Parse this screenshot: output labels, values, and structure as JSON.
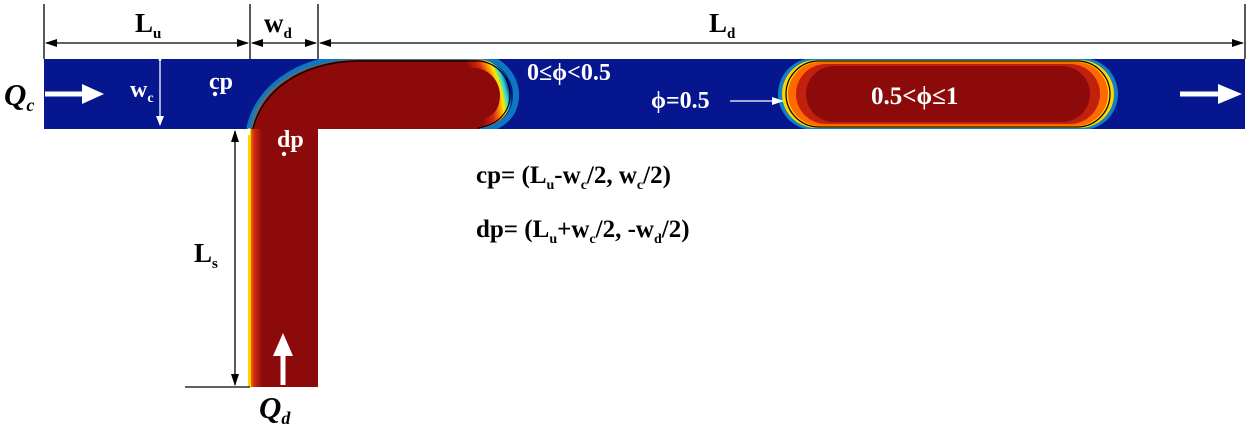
{
  "dimensions": {
    "upstream": {
      "base": "L",
      "sub": "u"
    },
    "dispersed": {
      "base": "w",
      "sub": "d"
    },
    "downstream": {
      "base": "L",
      "sub": "d"
    },
    "continuous_width": {
      "base": "w",
      "sub": "c"
    },
    "side_length": {
      "base": "L",
      "sub": "s"
    }
  },
  "flows": {
    "continuous": {
      "base": "Q",
      "sub": "c"
    },
    "dispersed": {
      "base": "Q",
      "sub": "d"
    }
  },
  "points": {
    "cp": "cp",
    "dp": "dp"
  },
  "phase_labels": {
    "low": "0≤ϕ<0.5",
    "interface": "ϕ=0.5",
    "high": "0.5<ϕ≤1"
  },
  "equations": {
    "cp": {
      "a": "cp= (L",
      "a_sub": "u",
      "b": "-w",
      "b_sub": "c",
      "c": "/2, w",
      "c_sub": "c",
      "d": "/2)"
    },
    "dp": {
      "a": "dp= (L",
      "a_sub": "u",
      "b": "+w",
      "b_sub": "c",
      "c": "/2, -w",
      "c_sub": "d",
      "d": "/2)"
    }
  },
  "colors": {
    "continuous_phase": "#05168f",
    "dispersed_phase": "#8c0a0a",
    "interface_ring": "#ffea00",
    "interface_line": "#000000"
  }
}
